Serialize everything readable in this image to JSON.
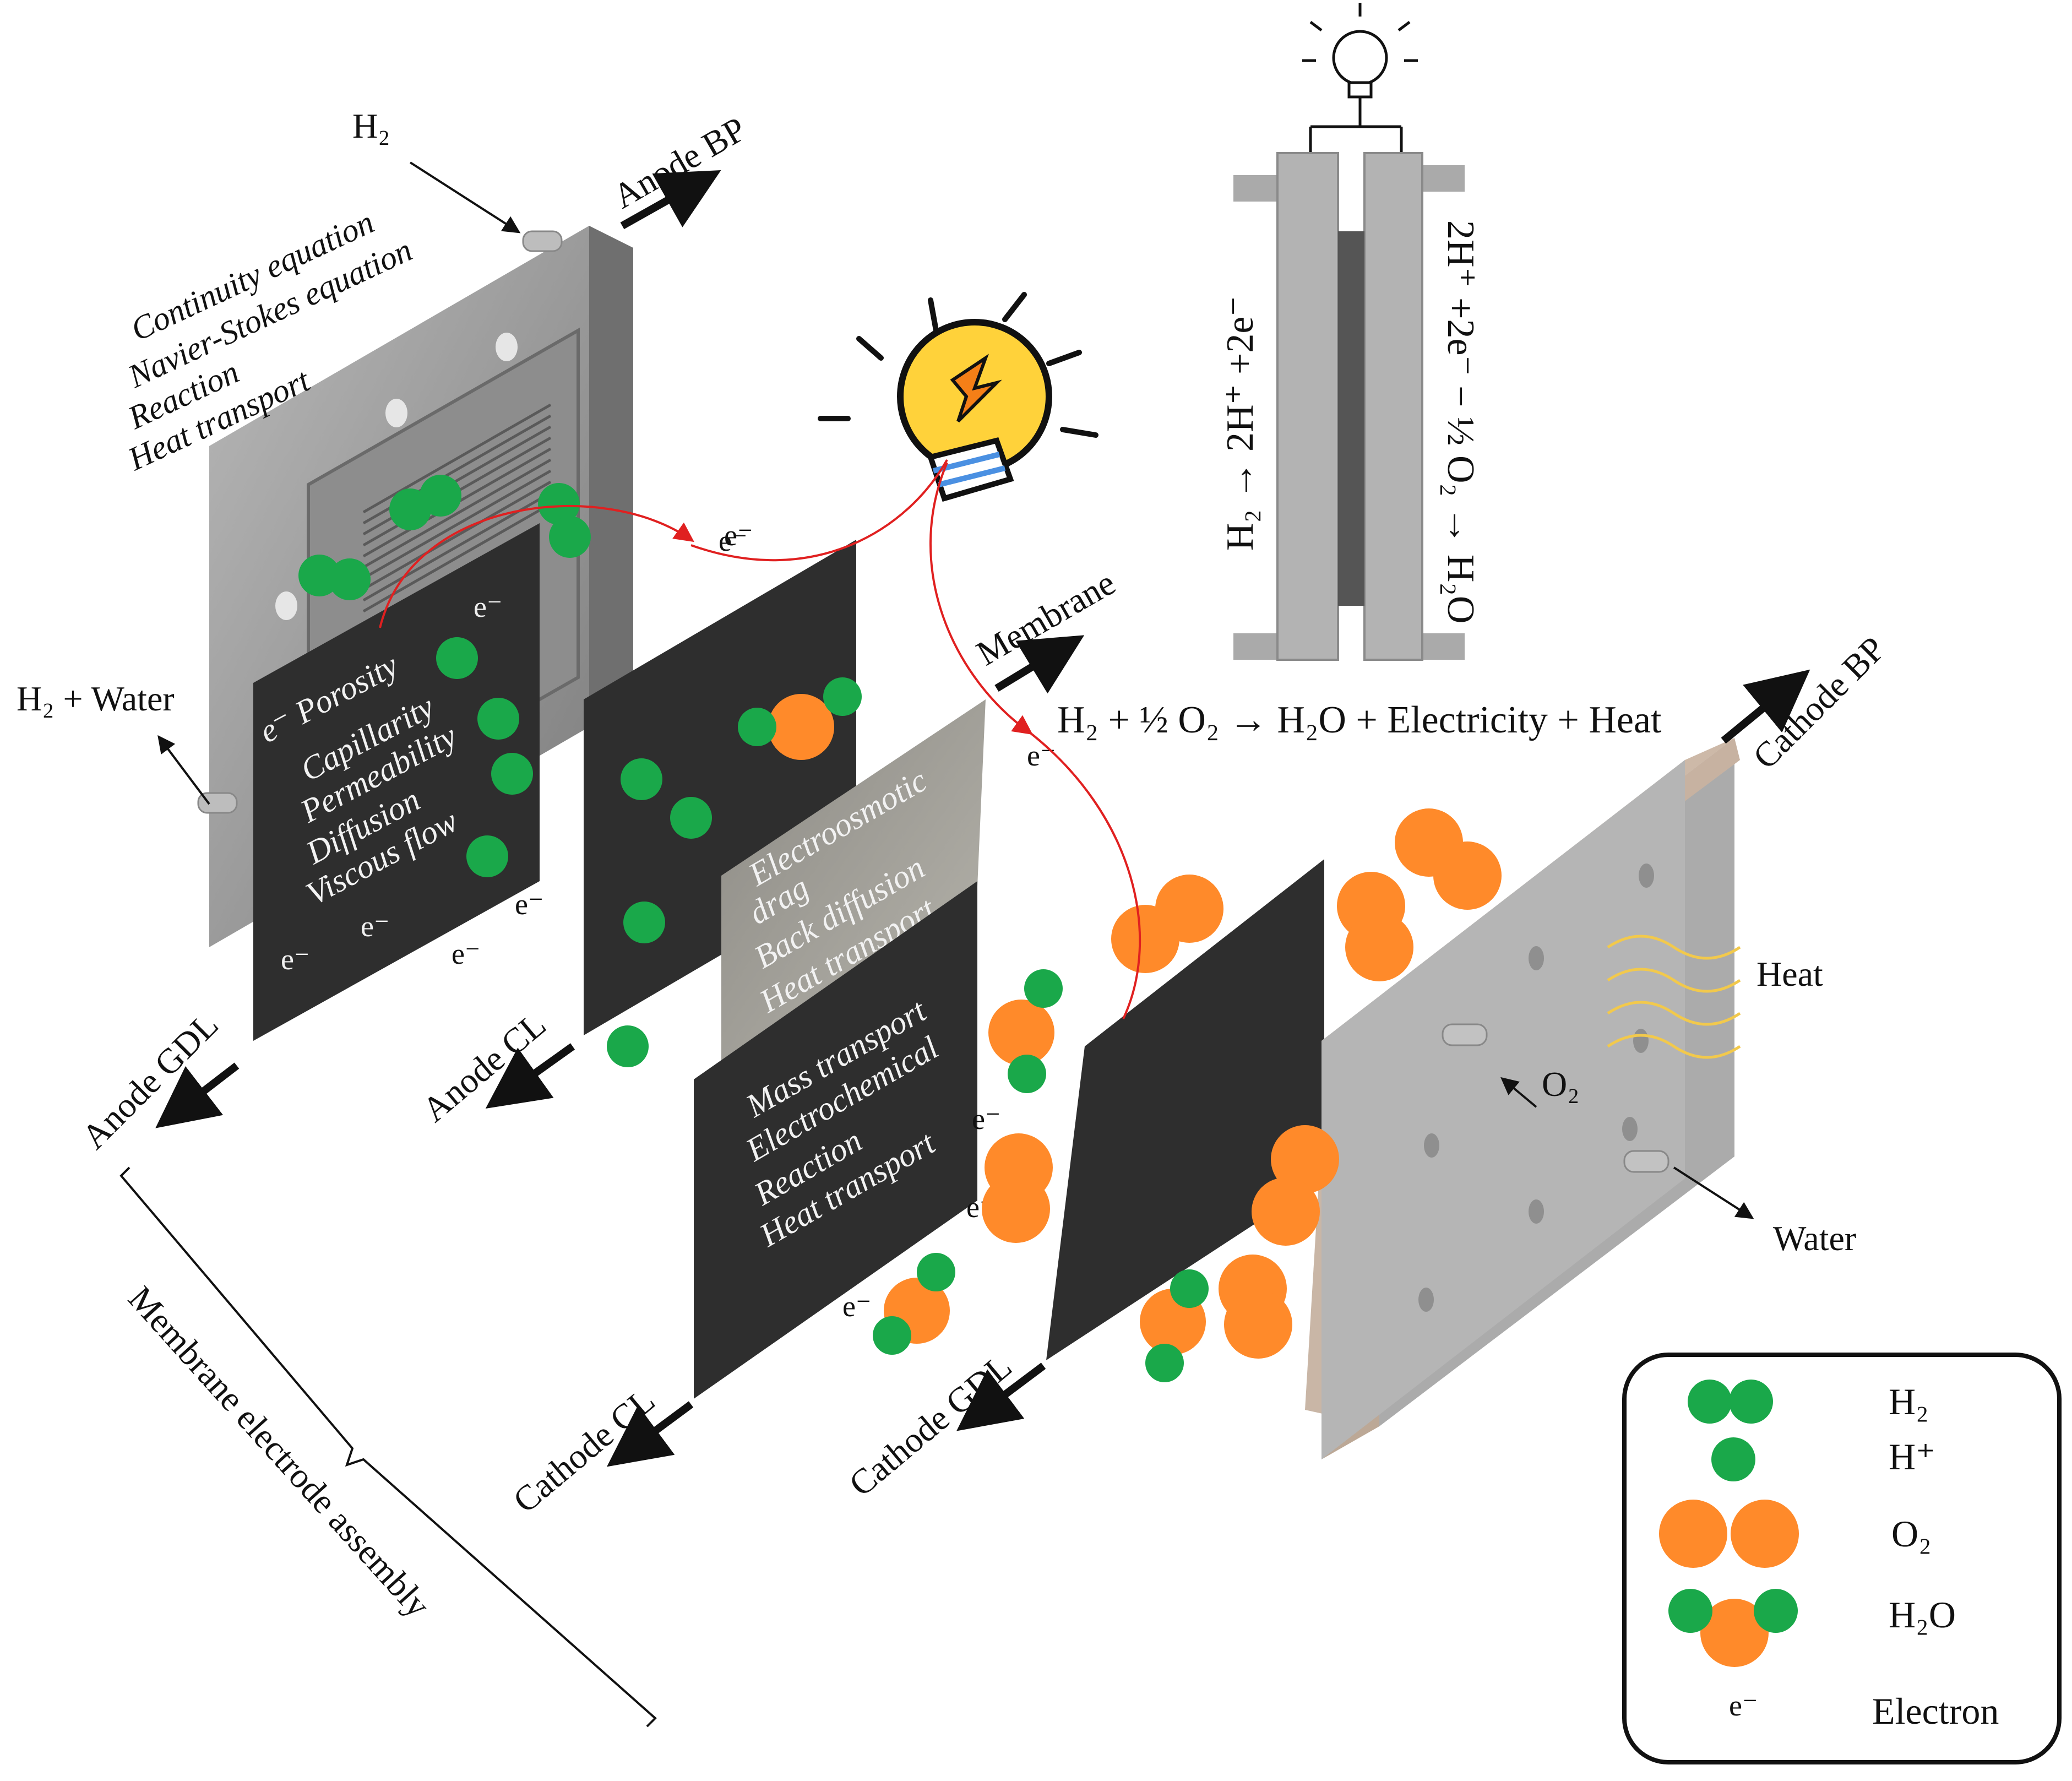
{
  "labels": {
    "h2_in": "H₂",
    "h2_water": "H₂ + Water",
    "anode_bp": "Anode BP",
    "anode_gdl": "Anode GDL",
    "anode_cl": "Anode CL",
    "membrane": "Membrane",
    "cathode_cl": "Cathode CL",
    "cathode_gdl": "Cathode GDL",
    "cathode_bp": "Cathode BP",
    "heat": "Heat",
    "o2_in": "O₂",
    "water_out": "Water",
    "mea": "Membrane electrode assembly",
    "electron": "e⁻"
  },
  "anode_bp_text": [
    "Continuity equation",
    "Navier-Stokes equation",
    "Reaction",
    "Heat transport"
  ],
  "anode_gdl_text": [
    "e⁻ Porosity",
    "Capillarity",
    "Permeability",
    "Diffusion",
    "Viscous flow"
  ],
  "membrane_text": [
    "Electroosmotic",
    "drag",
    "Back diffusion",
    "Heat transport"
  ],
  "cathode_cl_text": [
    "Mass transport",
    "Electrochemical",
    "Reaction",
    "Heat transport"
  ],
  "equations": {
    "overall": "H₂ + ½ O₂ → H₂O + Electricity + Heat",
    "anode": "H₂ → 2H⁺ +2e⁻",
    "cathode": "2H⁺ +2e⁻ − ½ O₂ → H₂O"
  },
  "legend": [
    {
      "symbol": "h2",
      "label": "H₂"
    },
    {
      "symbol": "hplus",
      "label": "H⁺"
    },
    {
      "symbol": "o2",
      "label": "O₂"
    },
    {
      "symbol": "h2o",
      "label": "H₂O"
    },
    {
      "symbol": "electron",
      "label": "Electron",
      "glyph": "e⁻"
    }
  ],
  "colors": {
    "hydrogen": "#1aa84a",
    "oxygen": "#ff8a2a",
    "plate": "#2f2f2f",
    "bipolar": "#9a9a9a",
    "wire": "#e02020"
  }
}
